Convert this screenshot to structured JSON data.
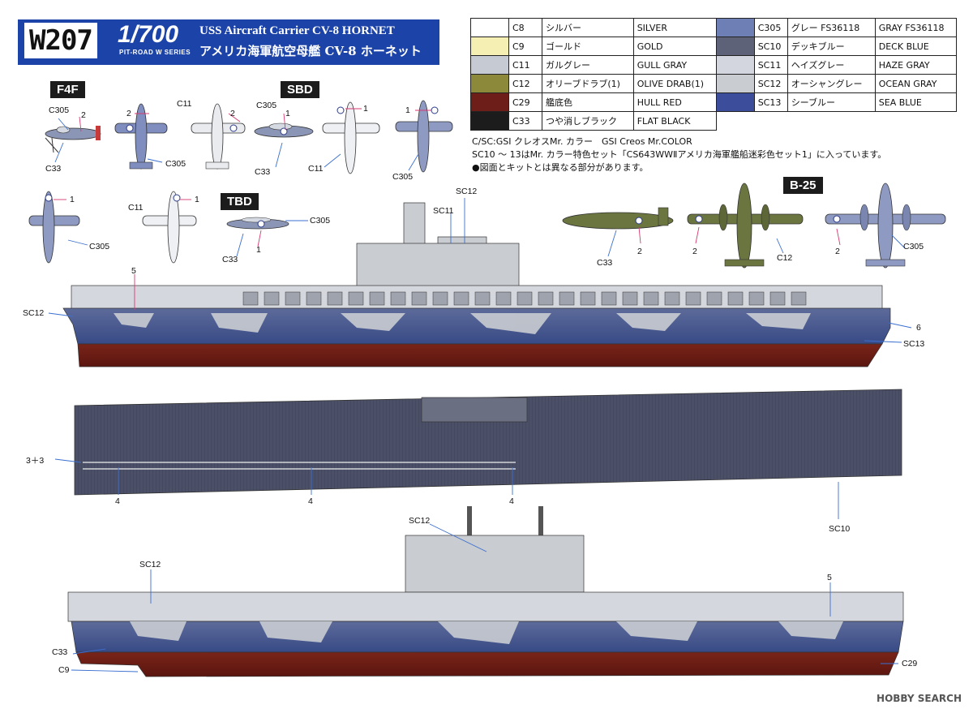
{
  "header": {
    "code": "W207",
    "scale": "1/700",
    "series": "PIT-ROAD W SERIES",
    "name_en": "USS Aircraft Carrier CV-8 HORNET",
    "name_jp": "アメリカ海軍航空母艦  CV-8  ホーネット"
  },
  "colors": {
    "left": [
      {
        "code": "C8",
        "jp": "シルバー",
        "en": "SILVER",
        "swatch": "#ffffff"
      },
      {
        "code": "C9",
        "jp": "ゴールド",
        "en": "GOLD",
        "swatch": "#f6efb3"
      },
      {
        "code": "C11",
        "jp": "ガルグレー",
        "en": "GULL GRAY",
        "swatch": "#c6cad3"
      },
      {
        "code": "C12",
        "jp": "オリーブドラブ(1)",
        "en": "OLIVE DRAB(1)",
        "swatch": "#8c8a3a"
      },
      {
        "code": "C29",
        "jp": "艦底色",
        "en": "HULL RED",
        "swatch": "#6d1e18"
      },
      {
        "code": "C33",
        "jp": "つや消しブラック",
        "en": "FLAT BLACK",
        "swatch": "#1c1c1c"
      }
    ],
    "right": [
      {
        "code": "C305",
        "jp": "グレー FS36118",
        "en": "GRAY  FS36118",
        "swatch": "#6d7fb4"
      },
      {
        "code": "SC10",
        "jp": "デッキブルー",
        "en": "DECK BLUE",
        "swatch": "#5d6278"
      },
      {
        "code": "SC11",
        "jp": "ヘイズグレー",
        "en": "HAZE GRAY",
        "swatch": "#d3d6de"
      },
      {
        "code": "SC12",
        "jp": "オーシャングレー",
        "en": "OCEAN GRAY",
        "swatch": "#c9ccd1"
      },
      {
        "code": "SC13",
        "jp": "シーブルー",
        "en": "SEA BLUE",
        "swatch": "#3c4d9c"
      }
    ]
  },
  "notes": {
    "line1": "C/SC:GSI クレオスMr. カラー　GSI Creos Mr.COLOR",
    "line2": "SC10 ～ 13はMr. カラー特色セット「CS643WWⅡアメリカ海軍艦船迷彩色セット1」に入っています。",
    "line3": "●図面とキットとは異なる部分があります。"
  },
  "aircraft": {
    "f4f": "F4F",
    "sbd": "SBD",
    "tbd": "TBD",
    "b25": "B-25"
  },
  "callouts": {
    "c305": "C305",
    "c33": "C33",
    "c11": "C11",
    "c12": "C12",
    "c9": "C9",
    "c29": "C29",
    "sc10": "SC10",
    "sc11": "SC11",
    "sc12": "SC12",
    "sc13": "SC13",
    "n1": "1",
    "n2": "2",
    "n4": "4",
    "n5": "5",
    "n6": "6",
    "n33": "3＋3"
  },
  "watermark": "HOBBY SEARCH"
}
